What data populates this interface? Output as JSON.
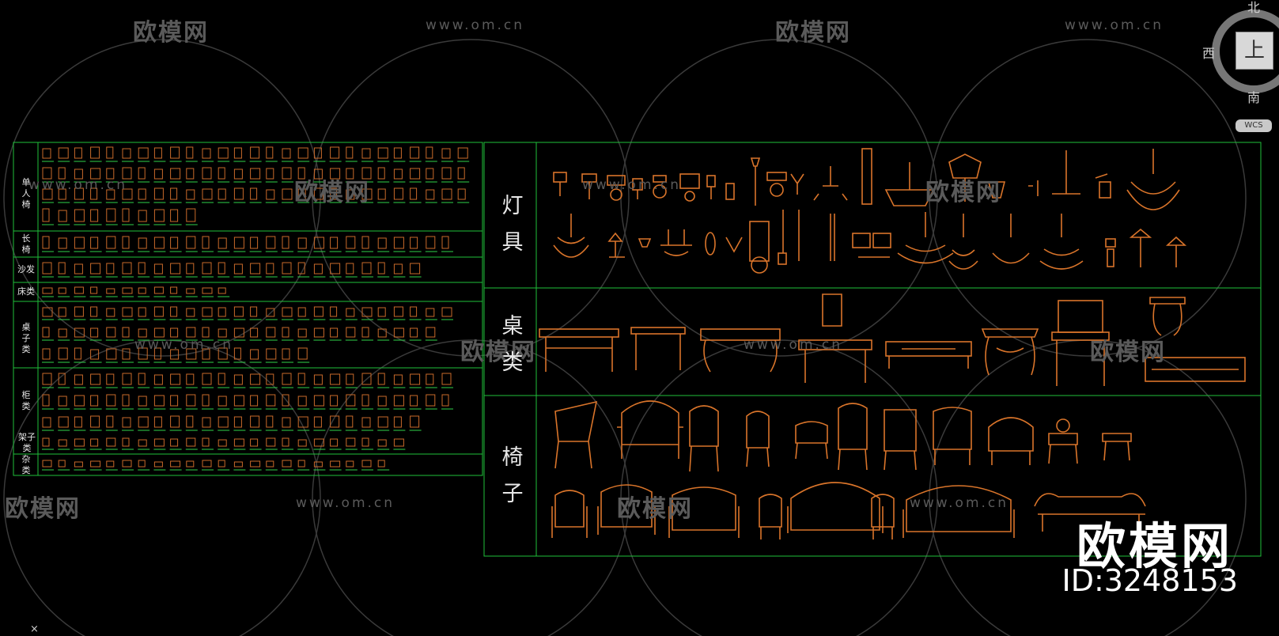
{
  "watermark": {
    "brand": "欧模网",
    "url": "www.om.cn"
  },
  "compass": {
    "north": "北",
    "west": "西",
    "south": "南",
    "center": "上",
    "coord_system": "WCS"
  },
  "left_table": {
    "rows": [
      "单人椅",
      "长椅",
      "沙发",
      "床类",
      "桌子类",
      "柜类",
      "架子类",
      "杂类"
    ]
  },
  "right_table": {
    "sections": [
      "灯具",
      "桌类",
      "椅子"
    ]
  },
  "stamp": {
    "brand": "欧模网",
    "id_text": "ID:3248153"
  },
  "colors": {
    "grid_line": "#1fbf3a",
    "drawing": "#d9742a",
    "watermark": "#5a5a5a",
    "background": "#000000"
  }
}
